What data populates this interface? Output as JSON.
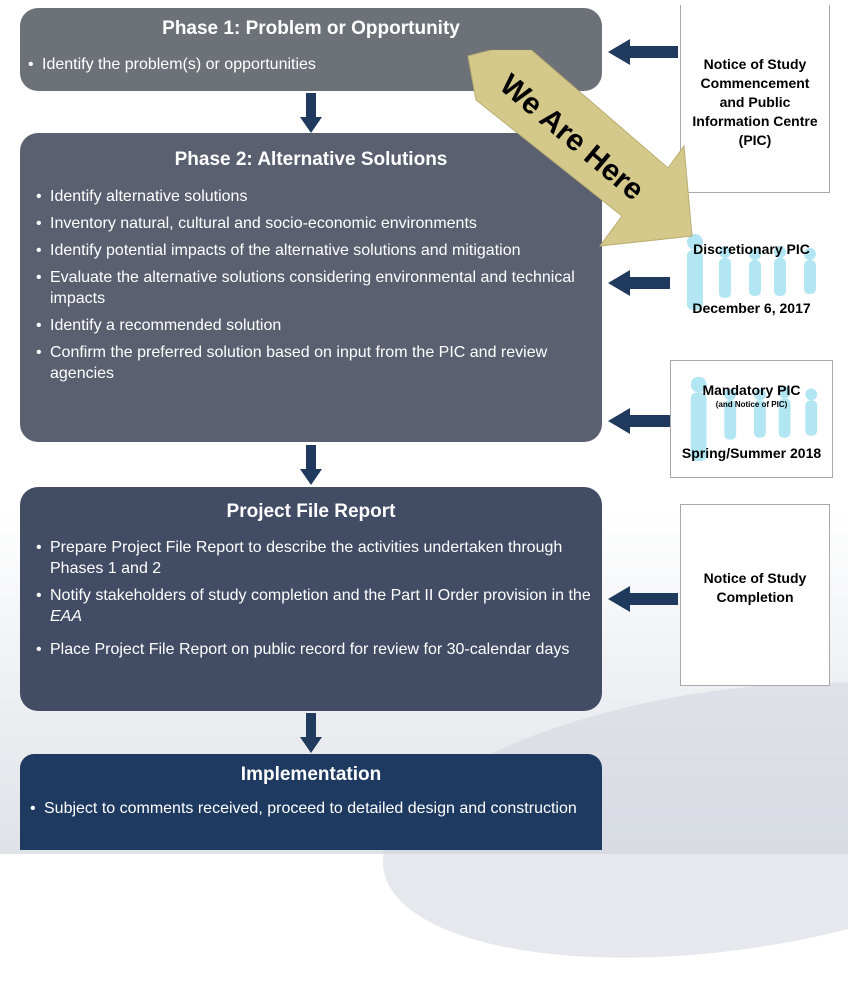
{
  "phase1": {
    "title": "Phase 1:  Problem or Opportunity",
    "bullets": [
      "Identify the problem(s) or opportunities"
    ]
  },
  "phase2": {
    "title": "Phase 2:  Alternative Solutions",
    "bullets": [
      "Identify alternative solutions",
      "Inventory natural, cultural and socio-economic environments",
      "Identify potential impacts of the alternative solutions and mitigation",
      "Evaluate the alternative solutions considering environmental and technical impacts",
      "Identify a recommended solution",
      "Confirm the preferred solution based on input from the PIC and review agencies"
    ]
  },
  "project_file_report": {
    "title": "Project File Report",
    "bullets": [
      "Prepare Project File Report to describe the activities undertaken through Phases 1 and 2",
      "Notify stakeholders of study completion and the Part II Order provision in the ",
      "Place Project File Report on public record for review for 30-calendar days"
    ],
    "bullet2_italic": "EAA"
  },
  "implementation": {
    "title": "Implementation",
    "bullets": [
      "Subject to comments received, proceed to detailed design and construction"
    ]
  },
  "we_are_here": "We Are Here",
  "side_boxes": {
    "notice_commencement": "Notice of Study Commencement and Public Information Centre (PIC)",
    "discretionary_title": "Discretionary PIC",
    "discretionary_date": "December 6, 2017",
    "mandatory_title": "Mandatory PIC",
    "mandatory_sub": "(and Notice of PIC)",
    "mandatory_date": "Spring/Summer 2018",
    "notice_completion": "Notice of Study Completion"
  },
  "colors": {
    "phase1": "#6d7278",
    "phase2": "#5a6070",
    "pfr": "#424c64",
    "implementation": "#1e3a60",
    "arrow": "#1f3a5c",
    "we_are_here_fill": "#d4c98a"
  }
}
